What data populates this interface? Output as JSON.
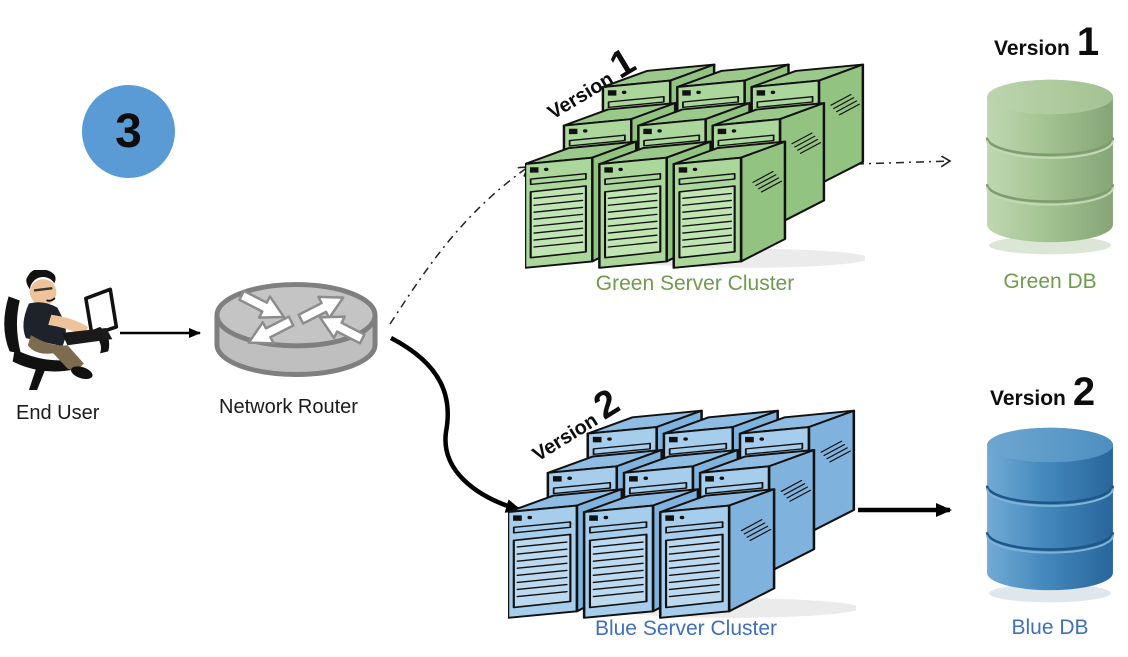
{
  "badge": {
    "number": "3",
    "fill": "#5b9bd5"
  },
  "end_user": {
    "label": "End User"
  },
  "router": {
    "label": "Network Router"
  },
  "green_cluster": {
    "version_word": "Version",
    "version_number": "1",
    "label": "Green Server Cluster",
    "label_color": "#6e9b4d",
    "server_color": "#abd69c"
  },
  "blue_cluster": {
    "version_word": "Version",
    "version_number": "2",
    "label": "Blue Server Cluster",
    "label_color": "#3f6fbf",
    "server_color": "#a6cdeb"
  },
  "green_db": {
    "version_word": "Version",
    "version_number": "1",
    "label": "Green DB",
    "label_color": "#6e9b4d",
    "body_color": "#a3c492"
  },
  "blue_db": {
    "version_word": "Version",
    "version_number": "2",
    "label": "Blue DB",
    "label_color": "#3f6fbf",
    "body_color": "#4489bd"
  },
  "arrows": {
    "user_to_router": "solid",
    "router_to_green": "dash-dot",
    "router_to_blue": "solid-thick",
    "green_to_green_db": "dash-dot",
    "blue_to_blue_db": "solid-thick"
  }
}
